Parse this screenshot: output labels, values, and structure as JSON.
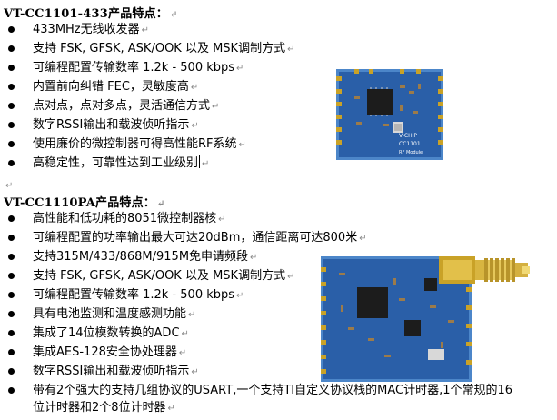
{
  "section1": {
    "title": "VT-CC1101-433产品特点：",
    "items": [
      "433MHz无线收发器",
      "支持 FSK, GFSK, ASK/OOK 以及 MSK调制方式",
      "可编程配置传输数率 1.2k - 500 kbps",
      "内置前向纠错 FEC，灵敏度高",
      "点对点，点对多点，灵活通信方式",
      "数字RSSI输出和载波侦听指示",
      "使用廉价的微控制器可得高性能RF系统",
      "高稳定性，可靠性达到工业级别"
    ],
    "module_label": [
      "V-CHIP",
      "CC1101",
      "RF Module"
    ]
  },
  "section2": {
    "title": "VT-CC1110PA产品特点：",
    "items": [
      "高性能和低功耗的8051微控制器核",
      "可编程配置的功率输出最大可达20dBm，通信距离可达800米",
      "支持315M/433/868M/915M免申请频段",
      "支持 FSK, GFSK, ASK/OOK 以及 MSK调制方式",
      "可编程配置传输数率 1.2k - 500 kbps",
      "具有电池监测和温度感测功能",
      "集成了14位模数转换的ADC",
      "集成AES-128安全协处理器",
      "数字RSSI输出和载波侦听指示",
      "带有2个强大的支持几组协议的USART,一个支持TI自定义协议栈的MAC计时器,1个常规的16位计时器和2个8位计时器"
    ]
  },
  "marks": {
    "paragraph": "↵"
  },
  "colors": {
    "pcb_blue": "#2a5fa8",
    "gold": "#c9a227",
    "chip": "#1c1c1c"
  }
}
